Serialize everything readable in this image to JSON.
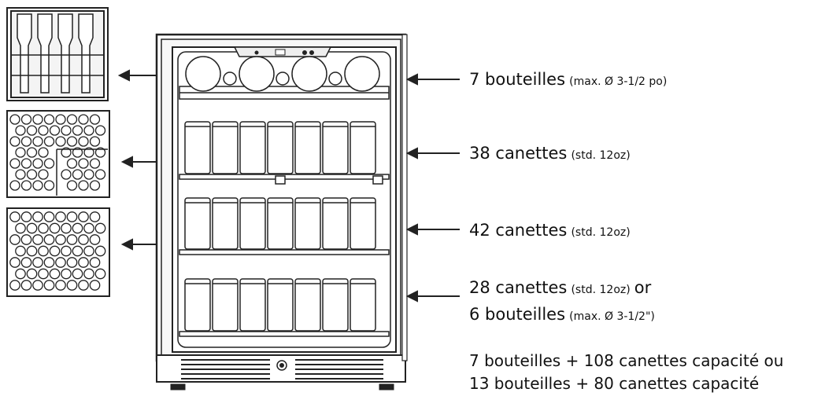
{
  "labels": [
    {
      "main": "7 bouteilles",
      "note": "(max. Ø 3-1/2 po)"
    },
    {
      "main": "38 canettes",
      "note": "(std. 12oz)"
    },
    {
      "main": "42 canettes",
      "note": "(std. 12oz)"
    },
    {
      "main": "28 canettes",
      "note": "(std. 12oz)",
      "suffix": "or"
    },
    {
      "main": "6 bouteilles",
      "note": "(max. Ø 3-1/2\")"
    }
  ],
  "totals": [
    "7 bouteilles + 108 canettes capacité ou",
    "13 bouteilles + 80 canettes capacité"
  ],
  "icons": [
    "fridge-drawing",
    "bottle-rack-icon",
    "can-rack-icon",
    "arrow-icon"
  ],
  "colors": {
    "line": "#222222",
    "fill": "#ffffff"
  }
}
